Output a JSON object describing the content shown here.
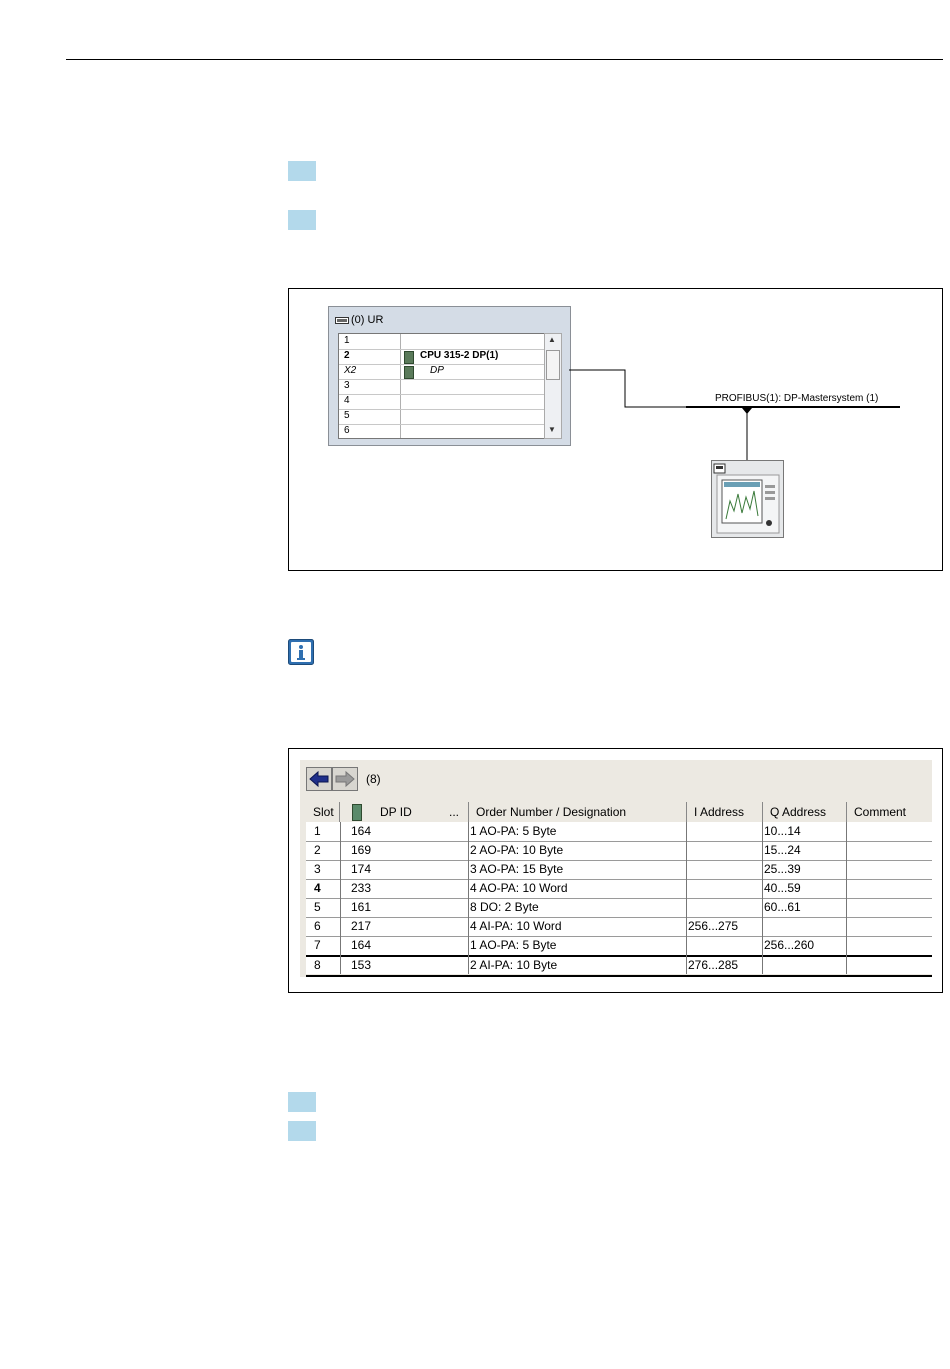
{
  "rack": {
    "title": "(0) UR",
    "rows": [
      {
        "slot": "1",
        "module": ""
      },
      {
        "slot": "2",
        "module": "CPU 315-2 DP(1)"
      },
      {
        "slot": "X2",
        "module": "DP"
      },
      {
        "slot": "3",
        "module": ""
      },
      {
        "slot": "4",
        "module": ""
      },
      {
        "slot": "5",
        "module": ""
      },
      {
        "slot": "6",
        "module": ""
      }
    ]
  },
  "network": {
    "bus_label": "PROFIBUS(1): DP-Mastersystem (1)"
  },
  "table": {
    "count": "(8)",
    "headers": [
      "Slot",
      "DP ID",
      "...",
      "Order Number / Designation",
      "I Address",
      "Q Address",
      "Comment"
    ],
    "rows": [
      {
        "slot": "1",
        "dp_id": "164",
        "order": "1 AO-PA: 5 Byte",
        "i_addr": "",
        "q_addr": "10...14"
      },
      {
        "slot": "2",
        "dp_id": "169",
        "order": "2 AO-PA: 10 Byte",
        "i_addr": "",
        "q_addr": "15...24"
      },
      {
        "slot": "3",
        "dp_id": "174",
        "order": "3 AO-PA: 15 Byte",
        "i_addr": "",
        "q_addr": "25...39"
      },
      {
        "slot": "4",
        "dp_id": "233",
        "order": "4 AO-PA: 10 Word",
        "i_addr": "",
        "q_addr": "40...59"
      },
      {
        "slot": "5",
        "dp_id": "161",
        "order": "8 DO: 2 Byte",
        "i_addr": "",
        "q_addr": "60...61"
      },
      {
        "slot": "6",
        "dp_id": "217",
        "order": "4 AI-PA: 10 Word",
        "i_addr": "256...275",
        "q_addr": ""
      },
      {
        "slot": "7",
        "dp_id": "164",
        "order": "1 AO-PA: 5 Byte",
        "i_addr": "",
        "q_addr": "256...260"
      },
      {
        "slot": "8",
        "dp_id": "153",
        "order": "2 AI-PA: 10 Byte",
        "i_addr": "276...285",
        "q_addr": ""
      }
    ]
  },
  "colors": {
    "step_box": "#b3d9eb",
    "info_icon": "#2f6fb0"
  }
}
